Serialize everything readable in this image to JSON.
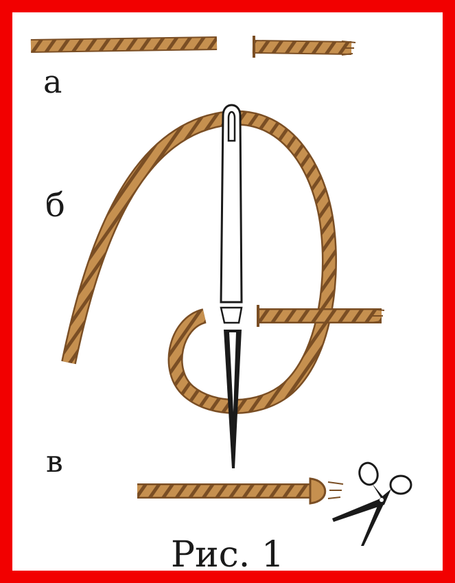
{
  "labels": {
    "a": "а",
    "b": "б",
    "c": "в"
  },
  "caption": "Рис. 1",
  "colors": {
    "frame": "#f20000",
    "cord": "#c6904f",
    "cord_twist": "#7a4e24",
    "needle": "#1a1a1a",
    "ink": "#1a1a1a"
  },
  "icons": [
    "needle-icon",
    "scissors-icon",
    "cord-icon"
  ]
}
